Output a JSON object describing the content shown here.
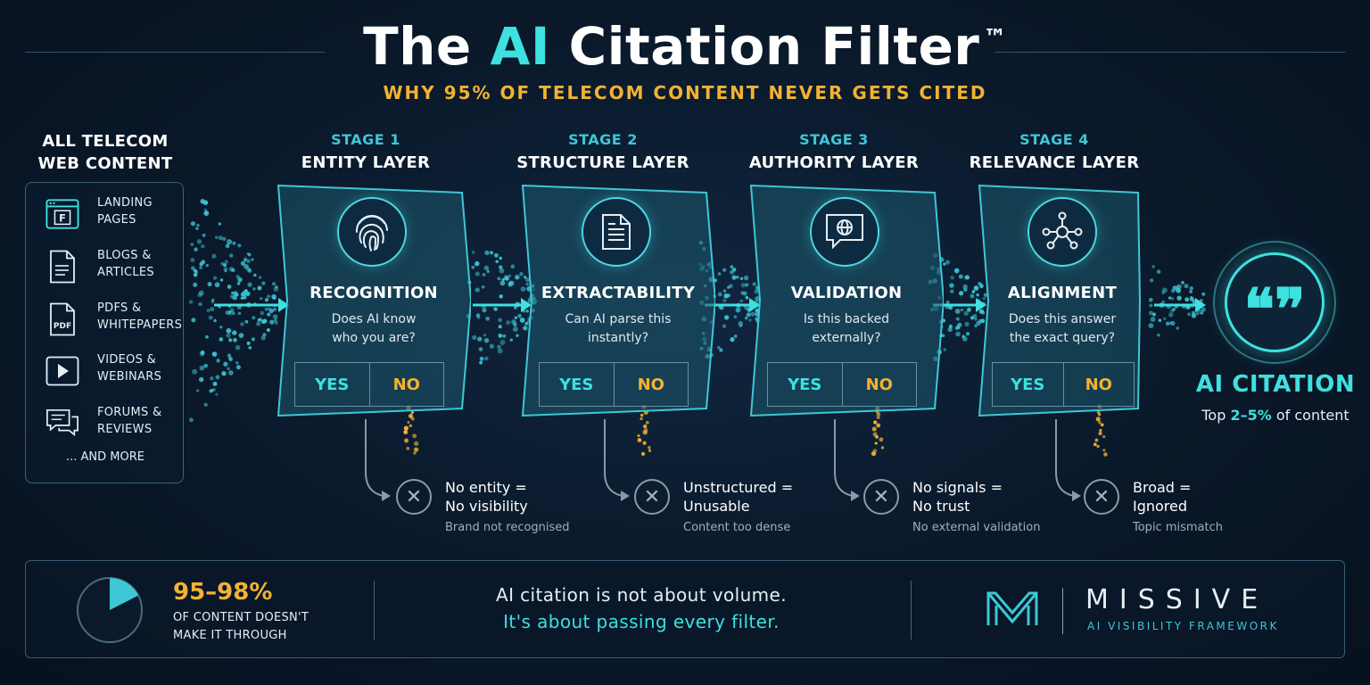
{
  "header": {
    "title_pre": "The ",
    "title_accent": "AI",
    "title_post": " Citation Filter",
    "trademark": "™",
    "subtitle": "WHY 95% OF TELECOM CONTENT NEVER GETS CITED"
  },
  "sources": {
    "heading_line1": "ALL TELECOM",
    "heading_line2": "WEB CONTENT",
    "items": [
      {
        "icon": "browser-page-icon",
        "line1": "LANDING",
        "line2": "PAGES"
      },
      {
        "icon": "document-icon",
        "line1": "BLOGS &",
        "line2": "ARTICLES"
      },
      {
        "icon": "pdf-icon",
        "line1": "PDFS &",
        "line2": "WHITEPAPERS",
        "glyph": "PDF"
      },
      {
        "icon": "play-icon",
        "line1": "VIDEOS &",
        "line2": "WEBINARS"
      },
      {
        "icon": "chat-icon",
        "line1": "FORUMS &",
        "line2": "REVIEWS"
      }
    ],
    "more": "... AND MORE"
  },
  "stages": [
    {
      "number": "STAGE 1",
      "title": "ENTITY LAYER",
      "icon": "fingerprint-icon",
      "label": "RECOGNITION",
      "q1": "Does AI know",
      "q2": "who you are?",
      "yes": "YES",
      "no": "NO",
      "reject_h1": "No entity =",
      "reject_h2": "No visibility",
      "reject_sub": "Brand not recognised"
    },
    {
      "number": "STAGE 2",
      "title": "STRUCTURE LAYER",
      "icon": "document-icon",
      "label": "EXTRACTABILITY",
      "q1": "Can AI parse this",
      "q2": "instantly?",
      "yes": "YES",
      "no": "NO",
      "reject_h1": "Unstructured =",
      "reject_h2": "Unusable",
      "reject_sub": "Content too dense"
    },
    {
      "number": "STAGE 3",
      "title": "AUTHORITY LAYER",
      "icon": "globe-speech-icon",
      "label": "VALIDATION",
      "q1": "Is this backed",
      "q2": "externally?",
      "yes": "YES",
      "no": "NO",
      "reject_h1": "No signals =",
      "reject_h2": "No trust",
      "reject_sub": "No external validation"
    },
    {
      "number": "STAGE 4",
      "title": "RELEVANCE LAYER",
      "icon": "network-hub-icon",
      "label": "ALIGNMENT",
      "q1": "Does this answer",
      "q2": "the exact query?",
      "yes": "YES",
      "no": "NO",
      "reject_h1": "Broad =",
      "reject_h2": "Ignored",
      "reject_sub": "Topic mismatch"
    }
  ],
  "citation": {
    "icon": "quote-icon",
    "glyph": "❝❞",
    "title": "AI CITATION",
    "sub_pre": "Top ",
    "sub_accent": "2–5%",
    "sub_post": " of content"
  },
  "footer": {
    "stat": "95–98%",
    "stat_line1": "OF CONTENT DOESN'T",
    "stat_line2": "MAKE IT THROUGH",
    "pie_pass_fraction": 0.05,
    "message_line1": "AI citation is not about volume.",
    "message_line2": "It's about passing every filter.",
    "brand": "MISSIVE",
    "brand_sub": "AI VISIBILITY FRAMEWORK"
  },
  "colors": {
    "teal": "#3ee0e0",
    "gold": "#f2b233",
    "background": "#0b1a2e"
  }
}
